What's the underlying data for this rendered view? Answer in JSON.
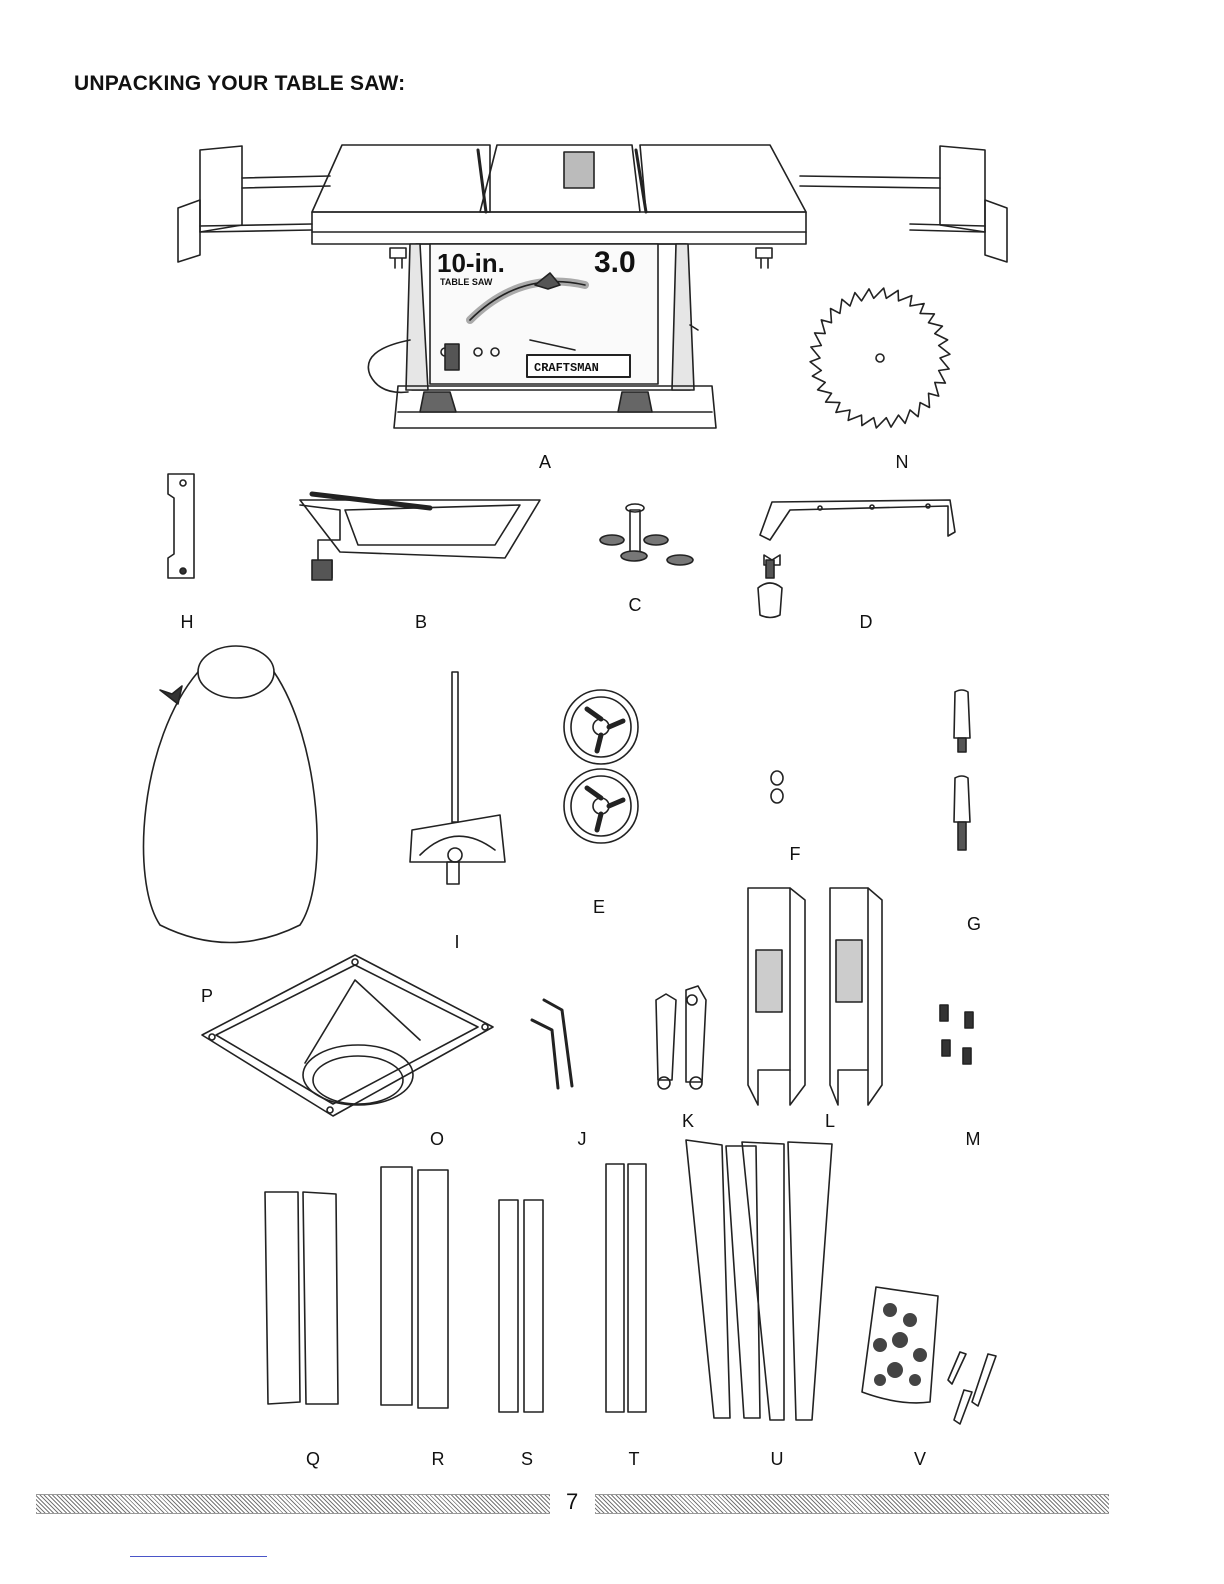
{
  "page": {
    "title": "UNPACKING YOUR TABLE SAW:",
    "page_number": "7"
  },
  "saw": {
    "size_text": "10-in.",
    "model_text": "TABLE SAW",
    "amp_text": "3.0",
    "brand_text": "CRAFTSMAN"
  },
  "parts": {
    "A": "A",
    "N": "N",
    "H": "H",
    "B": "B",
    "C": "C",
    "D": "D",
    "P": "P",
    "I": "I",
    "E": "E",
    "F": "F",
    "G": "G",
    "O": "O",
    "J": "J",
    "K": "K",
    "L": "L",
    "M": "M",
    "Q": "Q",
    "R": "R",
    "S": "S",
    "T": "T",
    "U": "U",
    "V": "V"
  }
}
